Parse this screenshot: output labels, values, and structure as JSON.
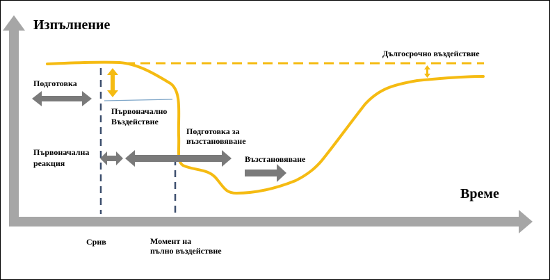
{
  "axes": {
    "y_title": "Изпълнение",
    "x_title": "Време"
  },
  "labels": {
    "preparation": "Подготовка",
    "initial_impact_line1": "Първоначално",
    "initial_impact_line2": "Въздействие",
    "recovery_prep_line1": "Подготовка за",
    "recovery_prep_line2": "възстановяване",
    "initial_response_line1": "Първоначална",
    "initial_response_line2": "реакция",
    "recovery": "Възстановяване",
    "long_term": "Дългосрочно въздействие",
    "disruption": "Срив",
    "full_impact_line1": "Момент на",
    "full_impact_line2": "пълно въздействие"
  },
  "colors": {
    "curve": "#f5bb12",
    "gray_arrow": "#7a7a7a",
    "axis": "#a6a6a6",
    "dashed_vertical": "#3d4f6e",
    "blue_line": "#7fa6c8"
  }
}
